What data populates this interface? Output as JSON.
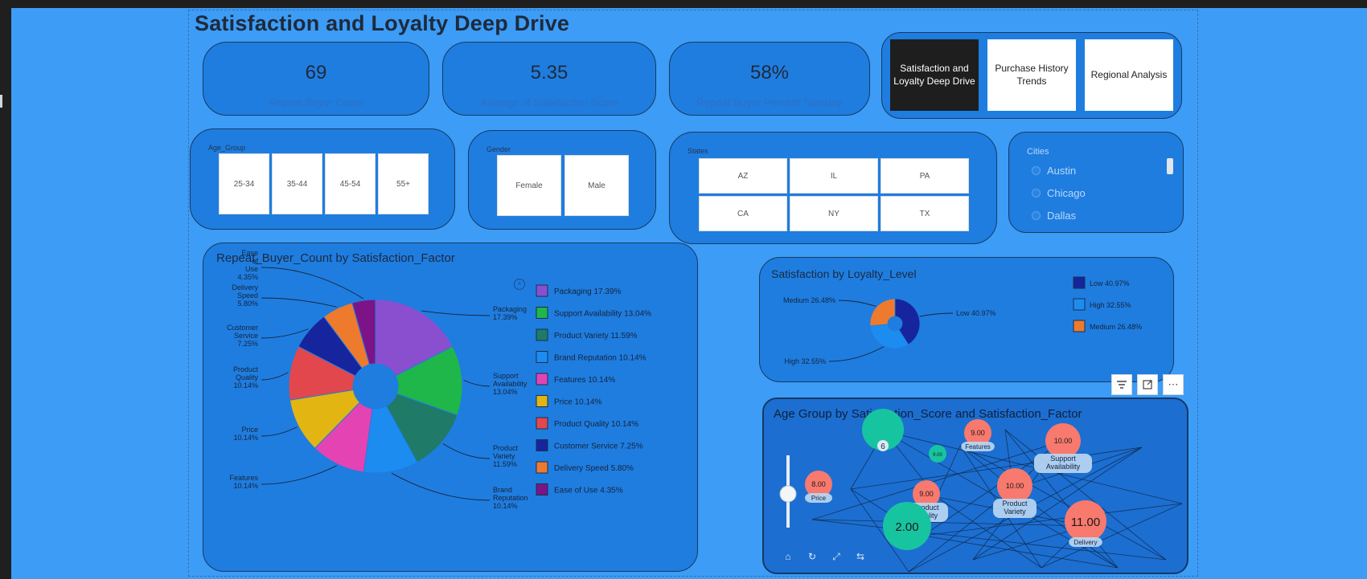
{
  "page": {
    "title": "Satisfaction and Loyalty Deep Drive"
  },
  "kpis": [
    {
      "value": "69",
      "label": "Repeat Buyer Count"
    },
    {
      "value": "5.35",
      "label": "Average of Satisfaction Score"
    },
    {
      "value": "58%",
      "label": "Repeat Buyer Percent Tuesday"
    }
  ],
  "nav": {
    "buttons": [
      {
        "label": "Satisfaction and Loyalty Deep Drive",
        "active": true
      },
      {
        "label": "Purchase History Trends",
        "active": false
      },
      {
        "label": "Regional Analysis",
        "active": false
      }
    ]
  },
  "slicers": {
    "age_group": {
      "title": "Age_Group",
      "options": [
        "25-34",
        "35-44",
        "45-54",
        "55+"
      ]
    },
    "gender": {
      "title": "Gender",
      "options": [
        "Female",
        "Male"
      ]
    },
    "states": {
      "title": "States",
      "options": [
        "AZ",
        "IL",
        "PA",
        "CA",
        "NY",
        "TX"
      ]
    },
    "cities": {
      "title": "Cities",
      "options": [
        "Austin",
        "Chicago",
        "Dallas"
      ]
    }
  },
  "icons": {
    "filter": "filter-icon",
    "focus": "focus-mode-icon",
    "more": "more-options-icon"
  },
  "chart_data": [
    {
      "type": "pie",
      "title": "Repeat_Buyer_Count by Satisfaction_Factor",
      "donut": true,
      "categories": [
        "Packaging",
        "Support Availability",
        "Product Variety",
        "Brand Reputation",
        "Features",
        "Price",
        "Product Quality",
        "Customer Service",
        "Delivery Speed",
        "Ease of Use"
      ],
      "values": [
        17.39,
        13.04,
        11.59,
        10.14,
        10.14,
        10.14,
        10.14,
        7.25,
        5.8,
        4.35
      ],
      "units": "%",
      "colors": [
        "#8a4fcf",
        "#1fb64a",
        "#1f7a67",
        "#1d8cf0",
        "#e443b4",
        "#e2b512",
        "#e2474d",
        "#16259d",
        "#ee7a2e",
        "#7c1487"
      ],
      "legend_labels": [
        "Packaging 17.39%",
        "Support Availability 13.04%",
        "Product Variety 11.59%",
        "Brand Reputation 10.14%",
        "Features 10.14%",
        "Price 10.14%",
        "Product Quality 10.14%",
        "Customer Service 7.25%",
        "Delivery Speed 5.80%",
        "Ease of Use 4.35%"
      ],
      "outer_labels": [
        {
          "name": "Packaging",
          "value": "17.39%"
        },
        {
          "name": "Support Availability",
          "value": "13.04%"
        },
        {
          "name": "Product Variety",
          "value": "11.59%"
        },
        {
          "name": "Brand Reputation",
          "value": "10.14%"
        },
        {
          "name": "Features",
          "value": "10.14%"
        },
        {
          "name": "Price",
          "value": "10.14%"
        },
        {
          "name": "Product Quality",
          "value": "10.14%"
        },
        {
          "name": "Customer Service",
          "value": "7.25%"
        },
        {
          "name": "Delivery Speed",
          "value": "5.80%"
        },
        {
          "name": "Ease of Use",
          "value": "4.35%"
        }
      ],
      "legend_placement": "right"
    },
    {
      "type": "pie",
      "title": "Satisfaction by Loyalty_Level",
      "donut": true,
      "categories": [
        "Low",
        "High",
        "Medium"
      ],
      "values": [
        40.97,
        32.55,
        26.48
      ],
      "units": "%",
      "colors": [
        "#16259d",
        "#1d8cf0",
        "#ee7a2e"
      ],
      "data_labels": [
        "Low 40.97%",
        "High 32.55%",
        "Medium 26.48%"
      ],
      "legend_labels": [
        "Low 40.97%",
        "High 32.55%",
        "Medium 26.48%"
      ],
      "legend_placement": "right"
    },
    {
      "type": "scatter",
      "title": "Age Group by Satisfaction_Score and Satisfaction_Factor",
      "nodes": [
        {
          "label": "6",
          "kind": "count",
          "color": "#17c4a0"
        },
        {
          "label": "8.00",
          "sublabel": "Price",
          "color": "#f8796d"
        },
        {
          "label": "9.00",
          "sublabel": "Features",
          "color": "#f8796d"
        },
        {
          "label": "10.00",
          "sublabel": "Support Availability",
          "color": "#f8796d"
        },
        {
          "label": "9.00",
          "sublabel": "Product Quality",
          "color": "#f8796d"
        },
        {
          "label": "9.00",
          "kind": "score",
          "color": "#17c4a0"
        },
        {
          "label": "10.00",
          "sublabel": "Product Variety",
          "color": "#f8796d"
        },
        {
          "label": "2.00",
          "kind": "score",
          "color": "#17c4a0"
        },
        {
          "label": "11.00",
          "sublabel": "Delivery",
          "color": "#f8796d"
        }
      ]
    }
  ]
}
